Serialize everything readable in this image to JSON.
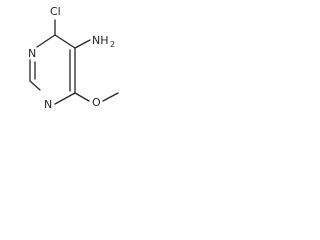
{
  "structure": {
    "atoms": {
      "chlorine": "Cl",
      "amine": "NH",
      "amine_subscript": "2",
      "ring_nitrogen_top": "N",
      "ring_nitrogen_bottom": "N",
      "oxygen": "O"
    }
  }
}
